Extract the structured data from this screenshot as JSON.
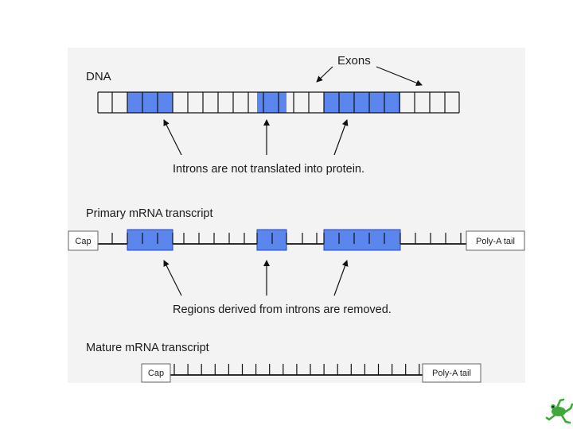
{
  "colors": {
    "exon": "#5a86ee",
    "exon_dark": "#2446b8",
    "line": "#111111",
    "panel": "#f3f3f3",
    "frog": "#3fa83a"
  },
  "labels": {
    "dna_title": "DNA",
    "exons_label": "Exons",
    "introns_note": "Introns are not translated into protein.",
    "primary_title": "Primary mRNA transcript",
    "regions_note": "Regions derived from introns are removed.",
    "mature_title": "Mature mRNA transcript",
    "cap": "Cap",
    "poly_a_tail": "Poly-A tail"
  },
  "logo": {
    "icon": "frog-icon"
  }
}
